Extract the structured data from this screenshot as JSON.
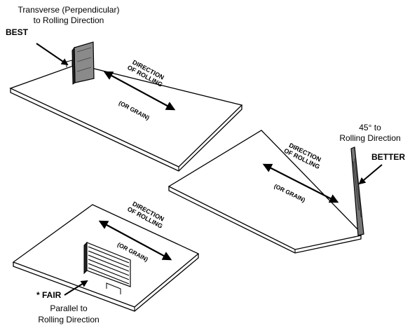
{
  "diagram": {
    "best": {
      "orientation_line1": "Transverse (Perpendicular)",
      "orientation_line2": "to Rolling Direction",
      "rating": "BEST",
      "direction_line1": "DIRECTION",
      "direction_line2": "OF ROLLING",
      "direction_line3": "(OR GRAIN)"
    },
    "better": {
      "orientation_line1": "45° to",
      "orientation_line2": "Rolling Direction",
      "rating": "BETTER",
      "direction_line1": "DIRECTION",
      "direction_line2": "OF ROLLING",
      "direction_line3": "(OR GRAIN)"
    },
    "fair": {
      "rating": "* FAIR",
      "orientation_line1": "Parallel to",
      "orientation_line2": "Rolling Direction",
      "direction_line1": "DIRECTION",
      "direction_line2": "OF ROLLING",
      "direction_line3": "(OR GRAIN)"
    }
  }
}
